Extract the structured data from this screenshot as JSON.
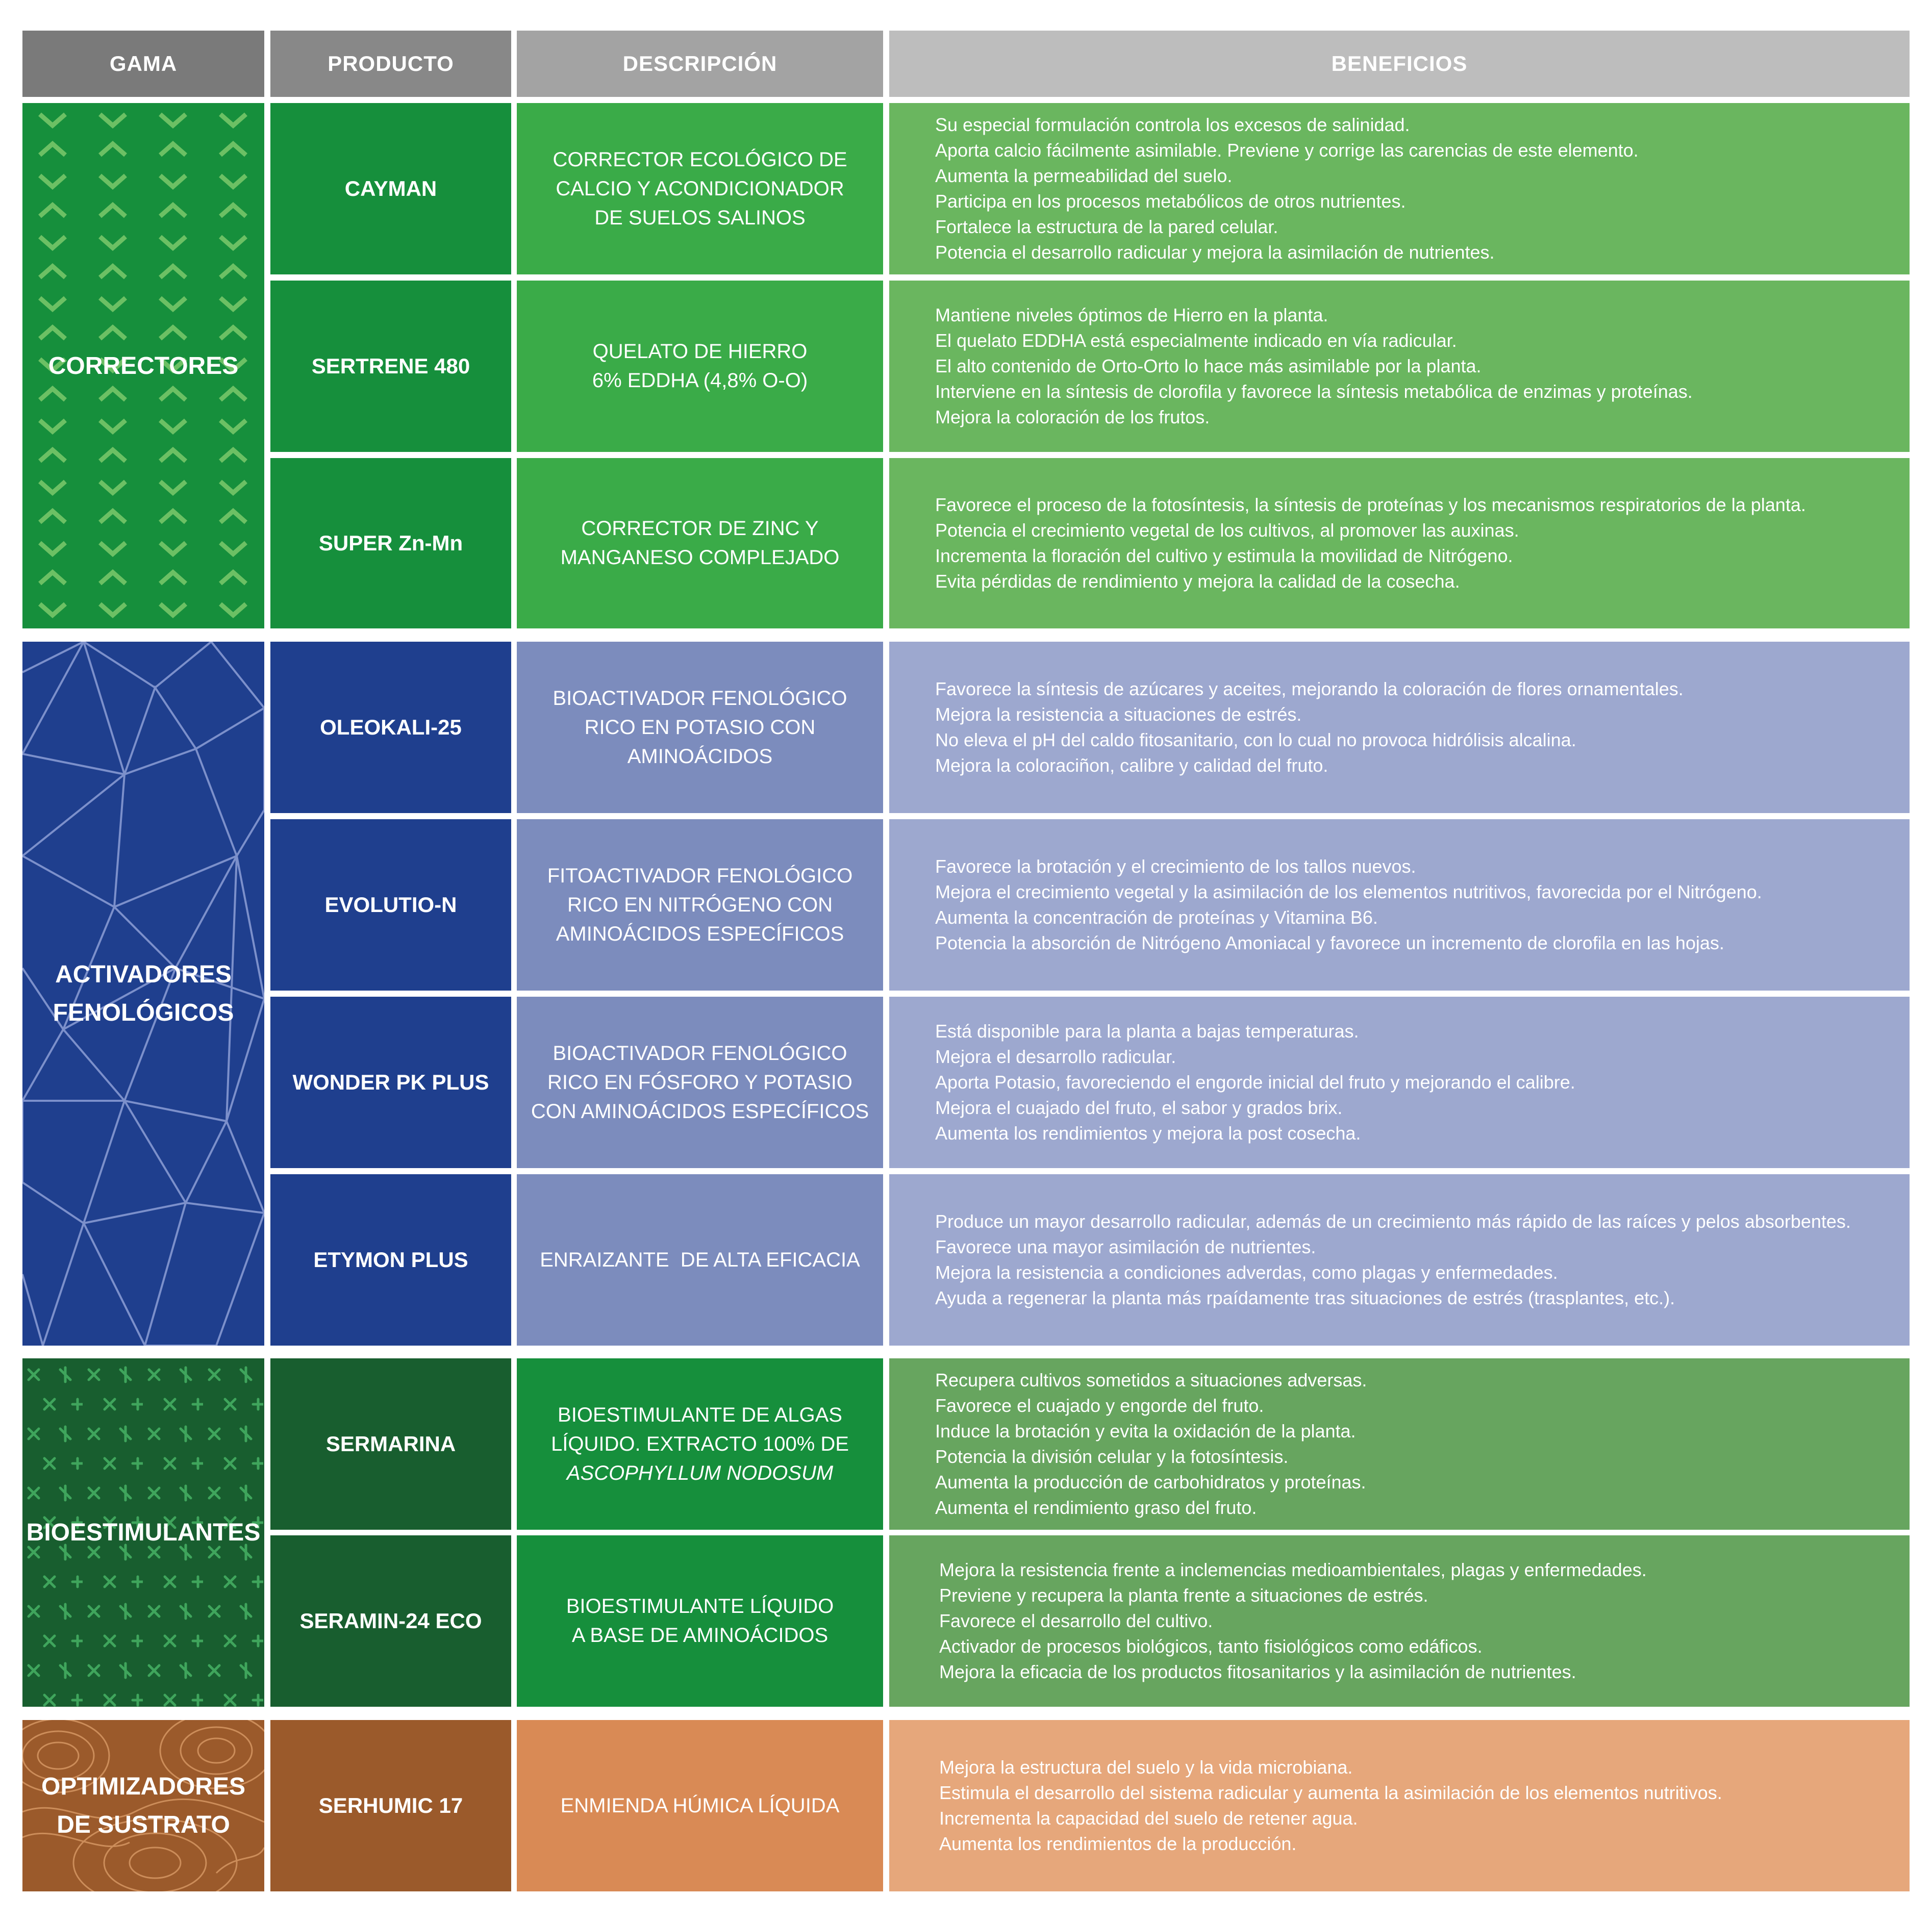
{
  "headers": [
    "GAMA",
    "PRODUCTO",
    "DESCRIPCIÓN",
    "BENEFICIOS"
  ],
  "colors": {
    "header_gray": "#7a7a7a",
    "header_light": "#bdbdbd",
    "green_dark": "#168f3c",
    "green_mid": "#3aab48",
    "green_light": "#6ab65f",
    "blue_dark": "#1f3f8e",
    "blue_mid": "#7c8cbd",
    "blue_light": "#9da8cf",
    "bio_dark": "#185e2f",
    "bio_light": "#67a55f",
    "brown_dark": "#9b5a2b",
    "orange_mid": "#d98a55",
    "orange_light": "#e6a77b"
  },
  "groups": {
    "correctores": {
      "name": "CORRECTORES",
      "rows": [
        {
          "product": "CAYMAN",
          "description": [
            "CORRECTOR ECOLÓGICO DE",
            "CALCIO Y ACONDICIONADOR",
            "DE SUELOS SALINOS"
          ],
          "benefits": [
            "Su especial formulación controla los excesos de salinidad.",
            "Aporta calcio fácilmente asimilable. Previene y corrige las carencias de este elemento.",
            "Aumenta la permeabilidad del suelo.",
            "Participa en los procesos metabólicos de otros nutrientes.",
            "Fortalece la estructura de la pared celular.",
            "Potencia el desarrollo radicular y mejora la asimilación de nutrientes."
          ]
        },
        {
          "product": "SERTRENE 480",
          "description": [
            "QUELATO DE HIERRO",
            "6% EDDHA (4,8% O-O)"
          ],
          "benefits": [
            "Mantiene niveles óptimos de Hierro en la planta.",
            "El quelato EDDHA está especialmente indicado en vía radicular.",
            "El alto contenido de Orto-Orto lo hace más asimilable por la planta.",
            "Interviene en la síntesis de clorofila y favorece la síntesis metabólica de enzimas y proteínas.",
            "Mejora la coloración de los frutos."
          ]
        },
        {
          "product": "SUPER Zn-Mn",
          "description": [
            "CORRECTOR DE ZINC Y",
            "MANGANESO COMPLEJADO"
          ],
          "benefits": [
            "Favorece el proceso de la fotosíntesis, la síntesis de proteínas y los mecanismos respiratorios de la planta.",
            "Potencia el crecimiento vegetal de los cultivos, al promover las auxinas.",
            "Incrementa la floración del cultivo y estimula la movilidad de Nitrógeno.",
            "Evita pérdidas de rendimiento y mejora la calidad de la cosecha."
          ]
        }
      ]
    },
    "activadores": {
      "name_lines": [
        "ACTIVADORES",
        "FENOLÓGICOS"
      ],
      "rows": [
        {
          "product": "OLEOKALI-25",
          "description": [
            "BIOACTIVADOR FENOLÓGICO",
            "RICO EN POTASIO CON",
            "AMINOÁCIDOS"
          ],
          "benefits": [
            "Favorece la síntesis de azúcares y aceites, mejorando la coloración de flores ornamentales.",
            "Mejora la resistencia a situaciones de estrés.",
            "No eleva el pH del caldo fitosanitario, con lo cual no provoca hidrólisis alcalina.",
            "Mejora la coloraciñon, calibre y calidad del fruto."
          ]
        },
        {
          "product": "EVOLUTIO-N",
          "description": [
            "FITOACTIVADOR FENOLÓGICO",
            "RICO EN NITRÓGENO CON",
            "AMINOÁCIDOS ESPECÍFICOS"
          ],
          "benefits": [
            "Favorece la brotación y el crecimiento de los tallos nuevos.",
            "Mejora el crecimiento vegetal y la asimilación de los elementos nutritivos, favorecida por el Nitrógeno.",
            "Aumenta la concentración de proteínas y Vitamina B6.",
            "Potencia la absorción de Nitrógeno Amoniacal y favorece un incremento de clorofila en las hojas."
          ]
        },
        {
          "product": "WONDER PK PLUS",
          "description": [
            "BIOACTIVADOR FENOLÓGICO",
            "RICO EN FÓSFORO Y POTASIO",
            "CON AMINOÁCIDOS ESPECÍFICOS"
          ],
          "benefits": [
            "Está disponible para la planta a bajas temperaturas.",
            "Mejora el desarrollo radicular.",
            "Aporta Potasio, favoreciendo el engorde inicial del fruto y mejorando el calibre.",
            "Mejora el cuajado del fruto, el sabor y grados brix.",
            "Aumenta los rendimientos y mejora la post cosecha."
          ]
        },
        {
          "product": "ETYMON PLUS",
          "description": [
            "ENRAIZANTE  DE ALTA EFICACIA"
          ],
          "benefits": [
            "Produce un mayor desarrollo radicular, además de un crecimiento más rápido de las raíces y pelos absorbentes.",
            "Favorece una mayor asimilación de nutrientes.",
            "Mejora la resistencia a condiciones adverdas, como plagas y enfermedades.",
            "Ayuda a regenerar la planta más rpaídamente tras situaciones de estrés (trasplantes, etc.)."
          ]
        }
      ]
    },
    "bioestimulantes": {
      "name": "BIOESTIMULANTES",
      "rows": [
        {
          "product": "SERMARINA",
          "description": [
            "BIOESTIMULANTE DE ALGAS",
            "LÍQUIDO. EXTRACTO 100% DE"
          ],
          "description_italic": "ASCOPHYLLUM NODOSUM",
          "benefits": [
            "Recupera cultivos sometidos a situaciones adversas.",
            "Favorece el cuajado y engorde del fruto.",
            "Induce la brotación y evita la oxidación de la planta.",
            "Potencia la división celular y la fotosíntesis.",
            "Aumenta la producción de carbohidratos y proteínas.",
            "Aumenta el rendimiento graso del fruto."
          ]
        },
        {
          "product": "SERAMIN-24 ECO",
          "description": [
            "BIOESTIMULANTE LÍQUIDO",
            "A BASE DE AMINOÁCIDOS"
          ],
          "benefits": [
            "Mejora la resistencia frente a inclemencias medioambientales, plagas y enfermedades.",
            "Previene y recupera la planta frente a situaciones de estrés.",
            "Favorece el desarrollo del cultivo.",
            "Activador de procesos biológicos, tanto fisiológicos como edáficos.",
            "Mejora la eficacia de los productos fitosanitarios y la asimilación de nutrientes."
          ]
        }
      ]
    },
    "optimizadores": {
      "name_lines": [
        "OPTIMIZADORES",
        "DE SUSTRATO"
      ],
      "rows": [
        {
          "product": "SERHUMIC 17",
          "description": [
            "ENMIENDA HÚMICA LÍQUIDA"
          ],
          "benefits": [
            "Mejora la estructura del suelo y la vida microbiana.",
            "Estimula el desarrollo del sistema radicular y aumenta la asimilación de los elementos nutritivos.",
            "Incrementa la capacidad del suelo de retener agua.",
            "Aumenta los rendimientos de la producción."
          ]
        }
      ]
    }
  }
}
